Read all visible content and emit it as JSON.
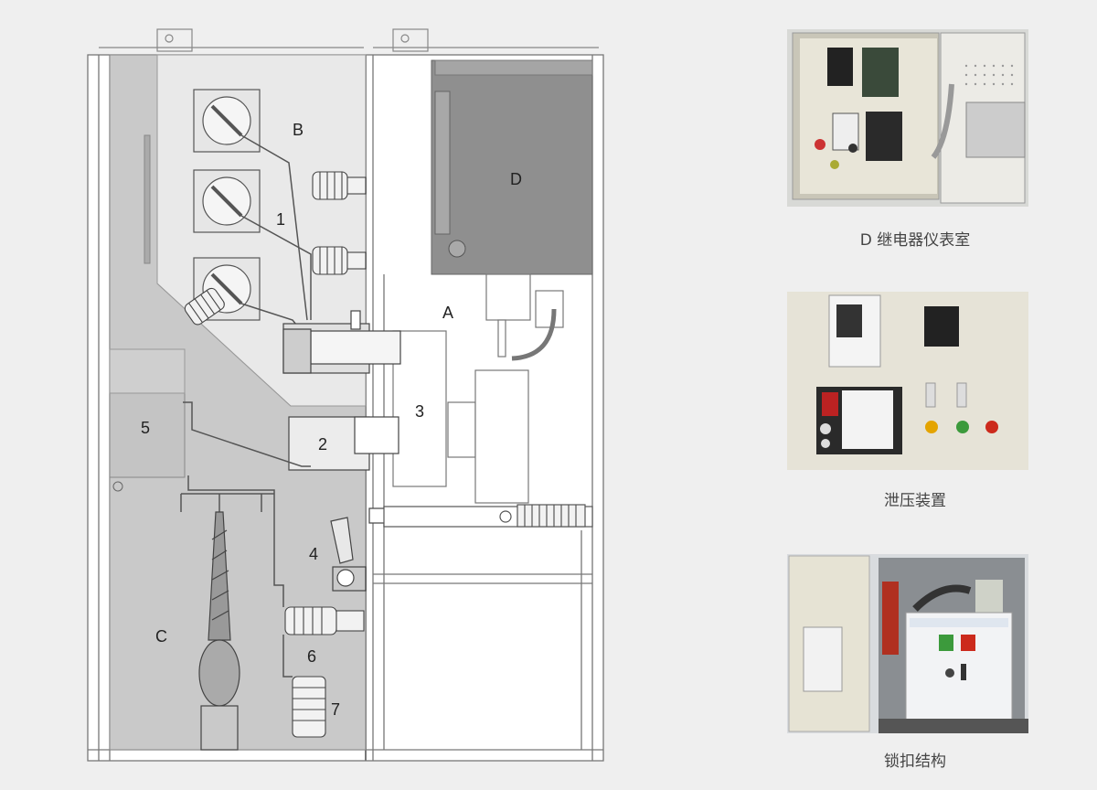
{
  "diagram": {
    "zone_labels": {
      "B": "B",
      "D": "D",
      "A": "A",
      "C": "C",
      "n1": "1",
      "n2": "2",
      "n3": "3",
      "n4": "4",
      "n5": "5",
      "n6": "6",
      "n7": "7"
    }
  },
  "photos": [
    {
      "caption": "D 继电器仪表室"
    },
    {
      "caption": "泄压装置"
    },
    {
      "caption": "锁扣结构"
    }
  ]
}
